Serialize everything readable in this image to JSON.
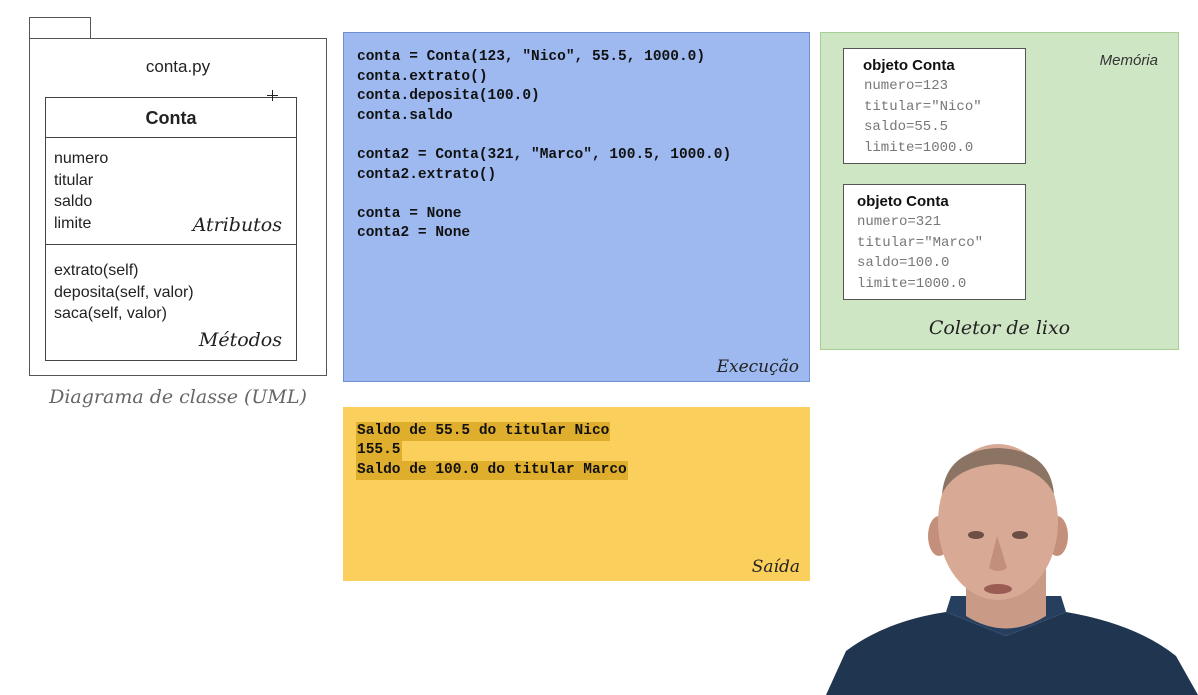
{
  "uml": {
    "package_name": "conta.py",
    "class_name": "Conta",
    "attributes": [
      "numero",
      "titular",
      "saldo",
      "limite"
    ],
    "attributes_label": "Atributos",
    "methods": [
      "extrato(self)",
      "deposita(self, valor)",
      "saca(self, valor)"
    ],
    "methods_label": "Métodos",
    "caption": "Diagrama de classe (UML)"
  },
  "execution": {
    "label": "Execução",
    "code_lines": [
      "conta = Conta(123, \"Nico\", 55.5, 1000.0)",
      "conta.extrato()",
      "conta.deposita(100.0)",
      "conta.saldo",
      "",
      "conta2 = Conta(321, \"Marco\", 100.5, 1000.0)",
      "conta2.extrato()",
      "",
      "conta = None",
      "conta2 = None"
    ]
  },
  "output": {
    "label": "Saída",
    "lines": [
      "Saldo de 55.5 do titular Nico",
      "155.5",
      "Saldo de 100.0 do titular Marco"
    ]
  },
  "memory": {
    "title": "Memória",
    "objects": [
      {
        "header": "objeto Conta",
        "fields": [
          "numero=123",
          "titular=\"Nico\"",
          "saldo=55.5",
          "limite=1000.0"
        ]
      },
      {
        "header": "objeto Conta",
        "fields": [
          "numero=321",
          "titular=\"Marco\"",
          "saldo=100.0",
          "limite=1000.0"
        ]
      }
    ],
    "gc_label": "Coletor de lixo"
  },
  "colors": {
    "execution_bg": "#9db9f0",
    "output_bg": "#fbcf5b",
    "memory_bg": "#cfe6c5"
  },
  "icons": [
    "crosshair-cursor-icon"
  ]
}
